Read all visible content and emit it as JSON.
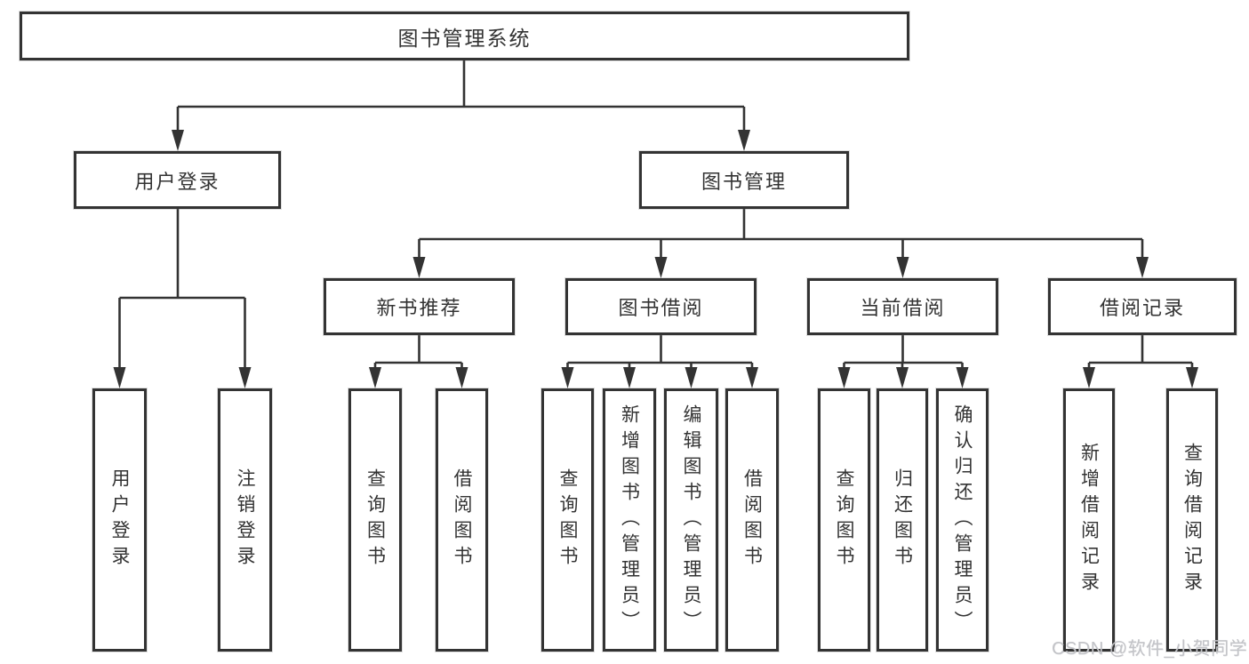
{
  "root": {
    "label": "图书管理系统"
  },
  "user_login": {
    "label": "用户登录",
    "children": [
      "用户登录",
      "注销登录"
    ]
  },
  "book_mgmt": {
    "label": "图书管理"
  },
  "new_book": {
    "label": "新书推荐",
    "children": [
      "查询图书",
      "借阅图书"
    ]
  },
  "book_borrow": {
    "label": "图书借阅",
    "children": [
      "查询图书",
      "新增图书（管理员）",
      "编辑图书（管理员）",
      "借阅图书"
    ]
  },
  "current_borrow": {
    "label": "当前借阅",
    "children": [
      "查询图书",
      "归还图书",
      "确认归还（管理员）"
    ]
  },
  "borrow_records": {
    "label": "借阅记录",
    "children": [
      "新增借阅记录",
      "查询借阅记录"
    ]
  },
  "watermark": "CSDN @软件_小贺同学",
  "colors": {
    "line": "#333333",
    "text": "#333333",
    "box_bg": "#ffffff",
    "watermark": "#c3c4c8"
  }
}
